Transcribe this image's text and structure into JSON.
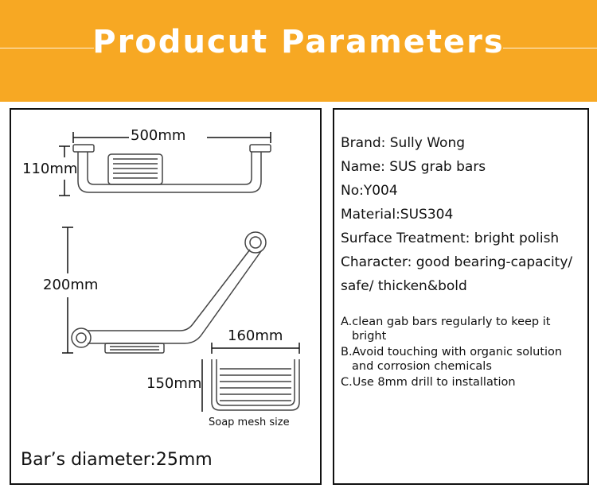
{
  "banner": {
    "title": "Producut Parameters",
    "color": "#f7a823"
  },
  "drawing": {
    "dim_width": "500mm",
    "dim_height_top": "110mm",
    "dim_height_side": "200mm",
    "dim_soap_width": "160mm",
    "dim_soap_height": "150mm",
    "soap_caption": "Soap mesh size",
    "diameter": "Bar’s diameter:25mm"
  },
  "specs": [
    "Brand: Sully Wong",
    "Name: SUS grab bars",
    "No:Y004",
    "Material:SUS304",
    "Surface Treatment: bright polish",
    "Character: good bearing-capacity/",
    "safe/ thicken&bold"
  ],
  "notes": [
    {
      "main": "A.clean gab bars regularly to keep it",
      "cont": "bright"
    },
    {
      "main": "B.Avoid touching with organic solution",
      "cont": "and corrosion chemicals"
    },
    {
      "main": "C.Use 8mm drill to installation",
      "cont": ""
    }
  ]
}
